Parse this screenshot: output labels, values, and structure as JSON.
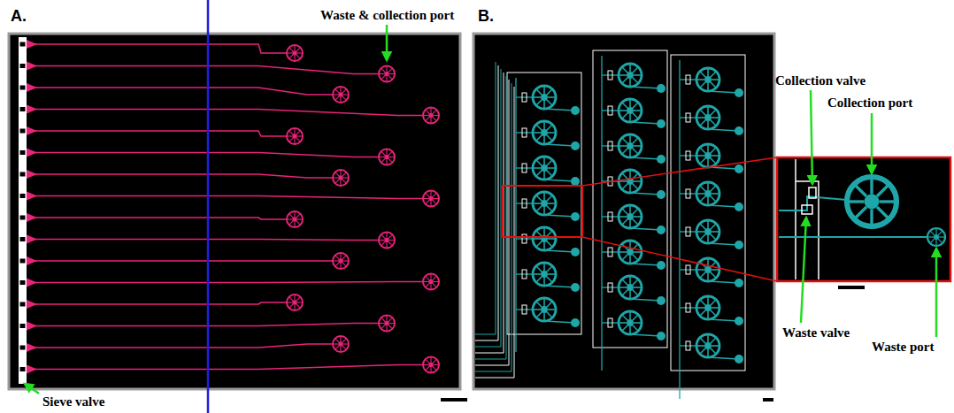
{
  "diagram": {
    "labels": [
      "A.",
      "Waste & collection port",
      "Sieve valve",
      "B.",
      "Collection valve",
      "Collection port",
      "Waste valve",
      "Waste port"
    ]
  }
}
